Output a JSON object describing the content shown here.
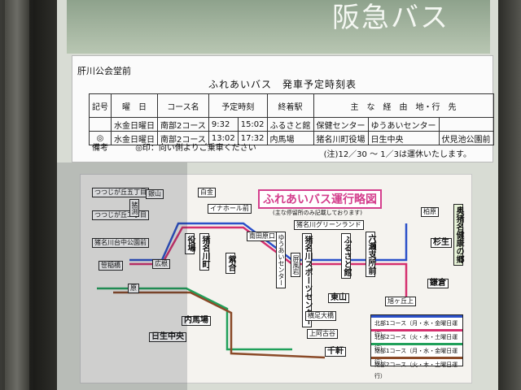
{
  "sign": {
    "brand": "阪急バス"
  },
  "timetable": {
    "stop_name": "肝川公会堂前",
    "title": "ふれあいバス　発車予定時刻表",
    "headers": [
      "記号",
      "曜　日",
      "コース名",
      "予定時刻",
      "終着駅",
      "主　な　経　由　地・行　先"
    ],
    "rows": [
      {
        "mark": "",
        "day": "水金日曜日",
        "course": "南部2コース",
        "t1": "9:32",
        "t2": "15:02",
        "terminal": "ふるさと館",
        "via1": "保健センター",
        "via2": "ゆうあいセンター",
        "via3": ""
      },
      {
        "mark": "◎",
        "day": "水金日曜日",
        "course": "南部2コース",
        "t1": "13:02",
        "t2": "17:32",
        "terminal": "内馬場",
        "via1": "猪名川町役場",
        "via2": "日生中央",
        "via3": "伏見池公園前"
      }
    ],
    "remarks_label": "備考",
    "remarks_text": "◎印：向い側よりご乗車ください",
    "note": "(注)12／30 ～ 1／3は運休いたします。"
  },
  "map": {
    "title": "ふれあいバス運行略図",
    "subtitle": "(主な停留所のみ記載しております)",
    "stations": [
      "つつじが丘五丁目",
      "つつじが丘二丁目",
      "猪名川台中公園前",
      "笹稲橋",
      "銀山",
      "猪渕",
      "広根",
      "白金",
      "イナホール前",
      "役場",
      "猪名川町",
      "南田原口",
      "紫合",
      "ゆうあいセンター",
      "猪名川グリーンランド",
      "猪名川スポーツセンター",
      "ふるさと館",
      "六瀬支所前",
      "屏風岩",
      "東山",
      "横足大橋",
      "上阿古谷",
      "千軒",
      "柏原",
      "杉生",
      "鎌倉",
      "旭ヶ丘上",
      "奥猪名健康の郷",
      "内馬場",
      "日生中央",
      "原"
    ],
    "legend": [
      "北部1コース（月・水・金曜日運行）",
      "北部2コース（火・木・土曜日運行）",
      "南部1コース（月・水・金曜日運行）",
      "南部2コース（火・木・土曜日運行）"
    ],
    "colors": {
      "north1": "#2b50c9",
      "north2": "#d5306f",
      "south1": "#20a05a",
      "south2": "#8a4a28"
    }
  }
}
